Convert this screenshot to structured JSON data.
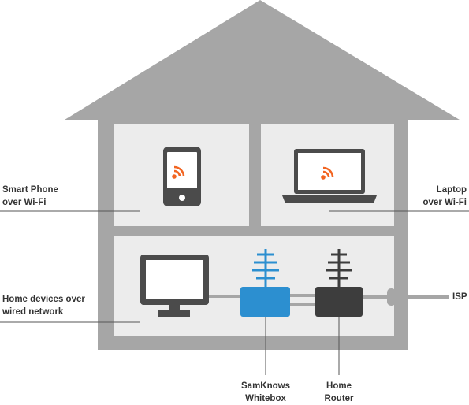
{
  "colors": {
    "house": "#a6a6a6",
    "room": "#ececec",
    "device": "#4b4b4b",
    "wifi": "#f26522",
    "whitebox": "#2c8fd0",
    "router": "#3d3d3d",
    "label_line": "#555555"
  },
  "labels": {
    "smartphone": {
      "line1": "Smart Phone",
      "line2": "over Wi-Fi"
    },
    "laptop": {
      "line1": "Laptop",
      "line2": "over Wi-Fi"
    },
    "home_devices": {
      "line1": "Home devices over",
      "line2": "wired network"
    },
    "isp": "ISP",
    "whitebox": {
      "line1": "SamKnows",
      "line2": "Whitebox"
    },
    "router": {
      "line1": "Home",
      "line2": "Router"
    }
  },
  "icons": [
    "house",
    "smartphone-icon",
    "wifi-icon",
    "laptop-icon",
    "monitor-icon",
    "whitebox-icon",
    "router-icon",
    "antenna-icon",
    "isp-connector-icon"
  ]
}
